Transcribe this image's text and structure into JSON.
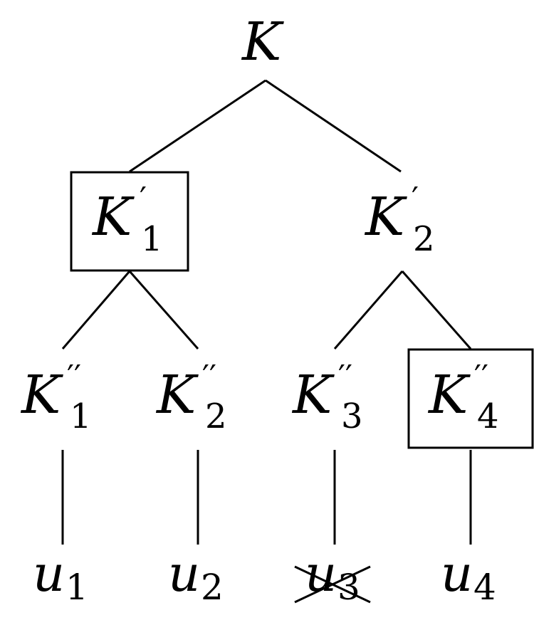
{
  "root": {
    "base": "K",
    "prime": "",
    "sub": ""
  },
  "level1": [
    {
      "base": "K",
      "prime": "′",
      "sub": "1",
      "boxed": true
    },
    {
      "base": "K",
      "prime": "′",
      "sub": "2",
      "boxed": false
    }
  ],
  "level2": [
    {
      "base": "K",
      "prime": "′′",
      "sub": "1",
      "boxed": false
    },
    {
      "base": "K",
      "prime": "′′",
      "sub": "2",
      "boxed": false
    },
    {
      "base": "K",
      "prime": "′′",
      "sub": "3",
      "boxed": false
    },
    {
      "base": "K",
      "prime": "′′",
      "sub": "4",
      "boxed": true
    }
  ],
  "leaves": [
    {
      "base": "u",
      "sub": "1",
      "crossed": false
    },
    {
      "base": "u",
      "sub": "2",
      "crossed": false
    },
    {
      "base": "u",
      "sub": "3",
      "crossed": true
    },
    {
      "base": "u",
      "sub": "4",
      "crossed": false
    }
  ]
}
